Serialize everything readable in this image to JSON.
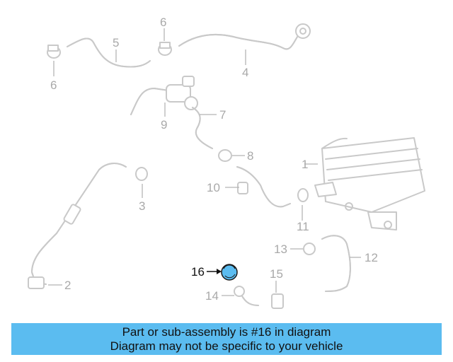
{
  "diagram": {
    "highlight_color": "#5bbcf0",
    "callouts": [
      {
        "id": "1",
        "text": "1"
      },
      {
        "id": "2",
        "text": "2"
      },
      {
        "id": "3",
        "text": "3"
      },
      {
        "id": "4",
        "text": "4"
      },
      {
        "id": "5",
        "text": "5"
      },
      {
        "id": "6a",
        "text": "6"
      },
      {
        "id": "6b",
        "text": "6"
      },
      {
        "id": "7",
        "text": "7"
      },
      {
        "id": "8",
        "text": "8"
      },
      {
        "id": "9",
        "text": "9"
      },
      {
        "id": "10",
        "text": "10"
      },
      {
        "id": "11",
        "text": "11"
      },
      {
        "id": "12",
        "text": "12"
      },
      {
        "id": "13",
        "text": "13"
      },
      {
        "id": "14",
        "text": "14"
      },
      {
        "id": "15",
        "text": "15"
      },
      {
        "id": "16",
        "text": "16"
      }
    ]
  },
  "banner": {
    "line1": "Part or sub-assembly is #16 in diagram",
    "line2": "Diagram may not be specific to your vehicle",
    "background": "#5bbcf0"
  }
}
